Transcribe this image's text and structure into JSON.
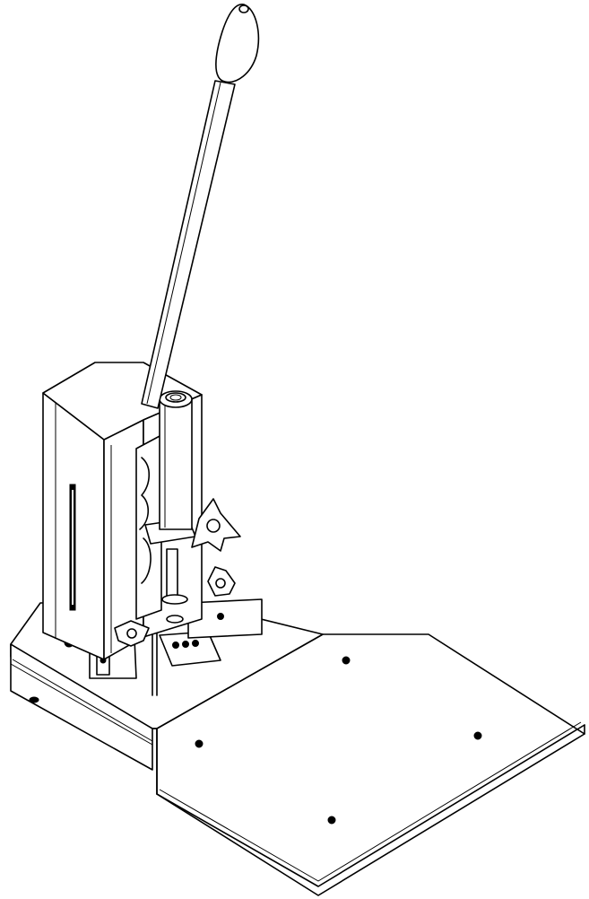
{
  "figure": {
    "parts": [
      "lever-handle",
      "lever-arm",
      "machine-column",
      "ram-cylinder",
      "star-knob-upper",
      "star-knob-middle",
      "star-knob-lower",
      "depth-guide-plate",
      "base-block",
      "extension-table"
    ],
    "colors": {
      "line": "#000000",
      "fill": "#ffffff",
      "label_band": "#000000"
    }
  }
}
